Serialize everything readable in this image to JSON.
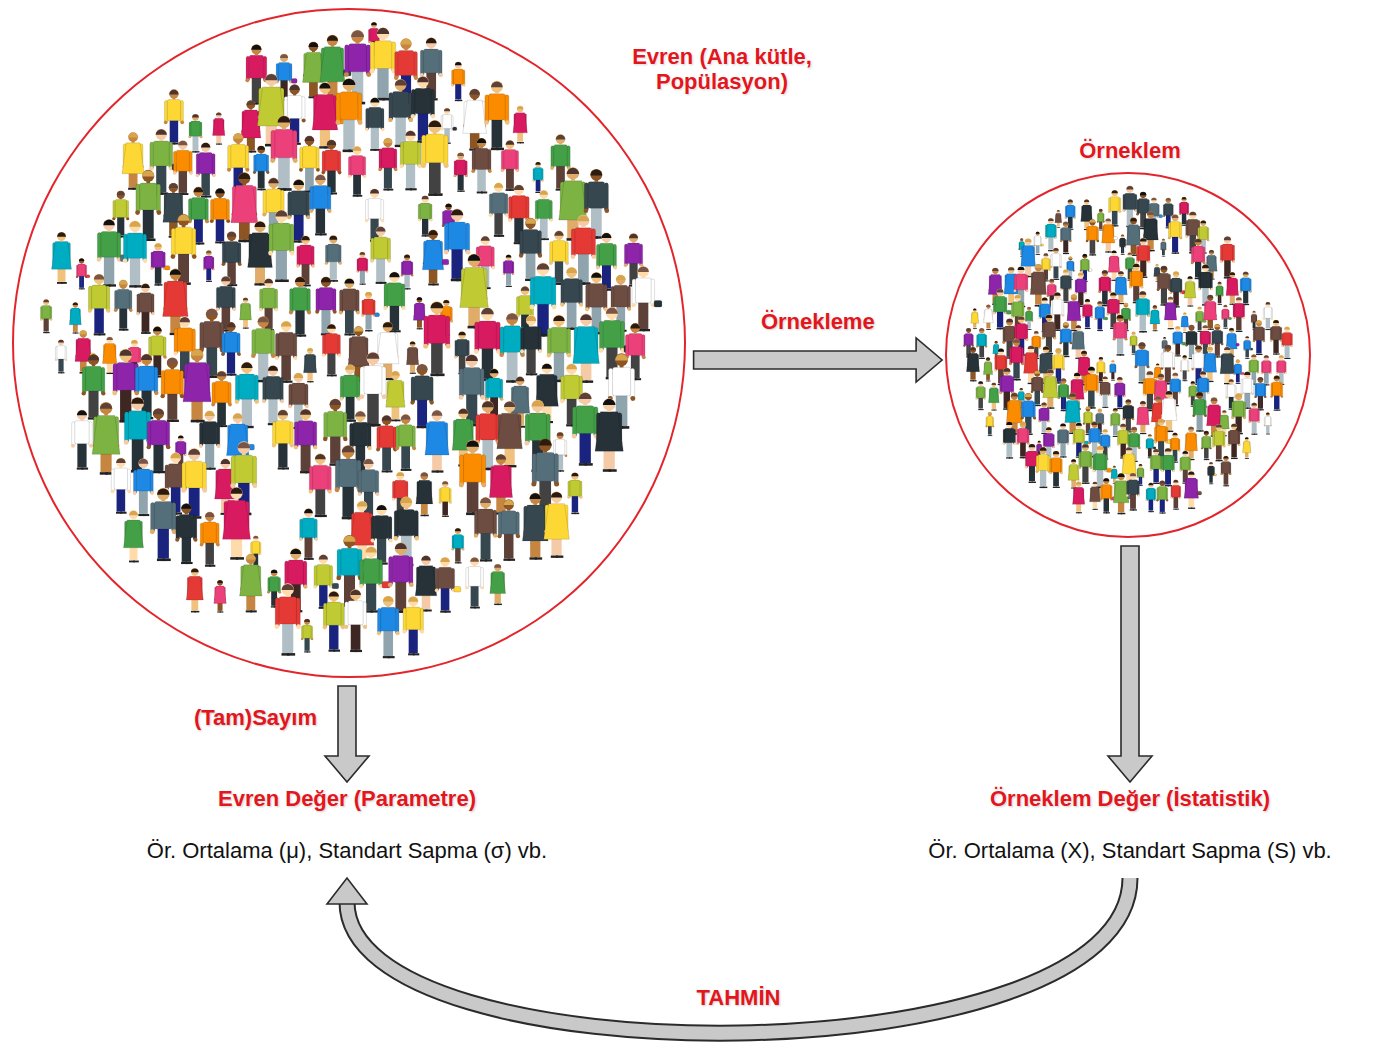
{
  "diagram": {
    "nodes": [
      {
        "text": [
          "Evren (Ana kütle, Popülasyon)"
        ]
      },
      {
        "text": [
          "Örneklem"
        ]
      },
      {
        "text": [
          "Evren Değer (Parametre)",
          "Ör. Ortalama (μ), Standart Sapma (σ) vb."
        ]
      },
      {
        "text": [
          "Örneklem Değer (İstatistik)",
          "Ör. Ortalama (X), Standart Sapma (S) vb."
        ]
      }
    ],
    "edges": [
      {
        "from": 0,
        "to": 1,
        "label": "Örnekleme",
        "arrow": "to"
      },
      {
        "from": 0,
        "to": 2,
        "label": "(Tam)Sayım",
        "arrow": "to"
      },
      {
        "from": 1,
        "to": 3,
        "arrow": "to"
      },
      {
        "from": 3,
        "to": 2,
        "label": "TAHMİN",
        "arrow": "to"
      }
    ]
  }
}
